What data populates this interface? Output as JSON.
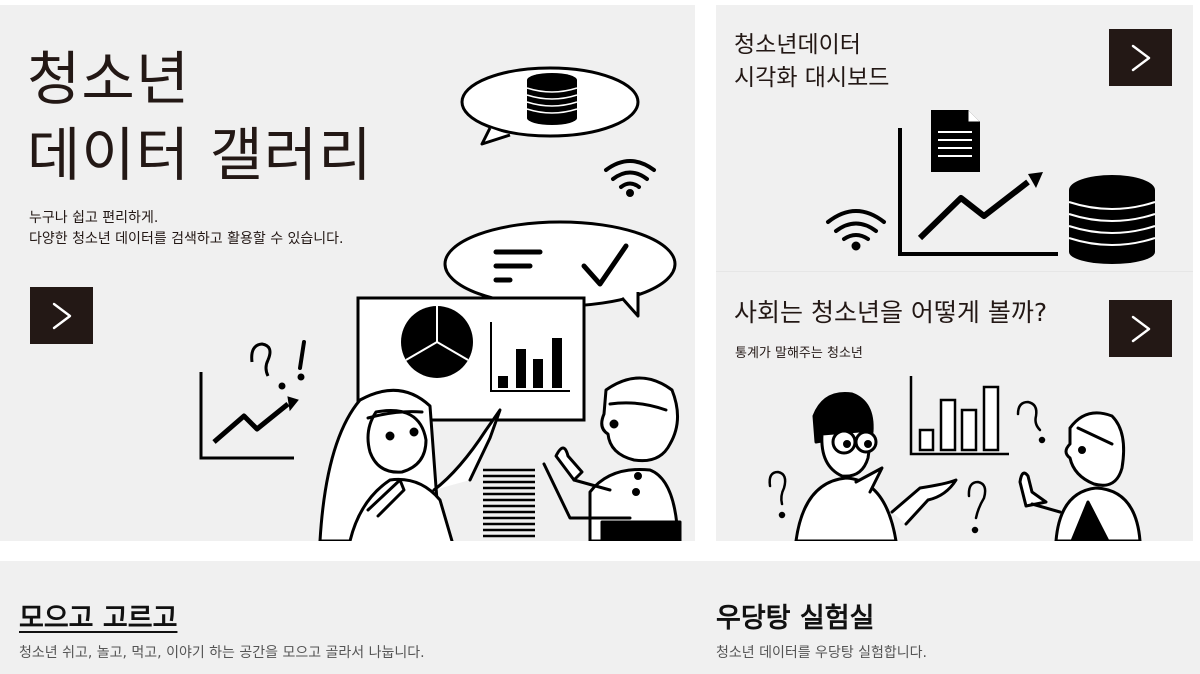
{
  "hero": {
    "title_line1": "청소년",
    "title_line2": "데이터 갤러리",
    "desc_line1": "누구나 쉽고 편리하게.",
    "desc_line2": "다양한 청소년 데이터를 검색하고 활용할 수 있습니다.",
    "arrow_icon": "chevron-right-icon"
  },
  "cards": {
    "dashboard": {
      "title_line1": "청소년데이터",
      "title_line2": "시각화 대시보드",
      "arrow_icon": "chevron-right-icon"
    },
    "society": {
      "title": "사회는 청소년을 어떻게 볼까?",
      "subtitle": "통계가 말해주는 청소년",
      "arrow_icon": "chevron-right-icon"
    }
  },
  "bottom": {
    "collect": {
      "title": "모으고 고르고",
      "desc": "청소년 쉬고, 놀고, 먹고, 이야기 하는 공간을 모으고 골라서 나눕니다."
    },
    "lab": {
      "title": "우당탕 실험실",
      "desc": "청소년 데이터를 우당탕 실험합니다."
    }
  },
  "colors": {
    "panel_bg": "#f0f0f0",
    "button_bg": "#231815",
    "text_dark": "#231815",
    "text_muted": "#555555"
  }
}
